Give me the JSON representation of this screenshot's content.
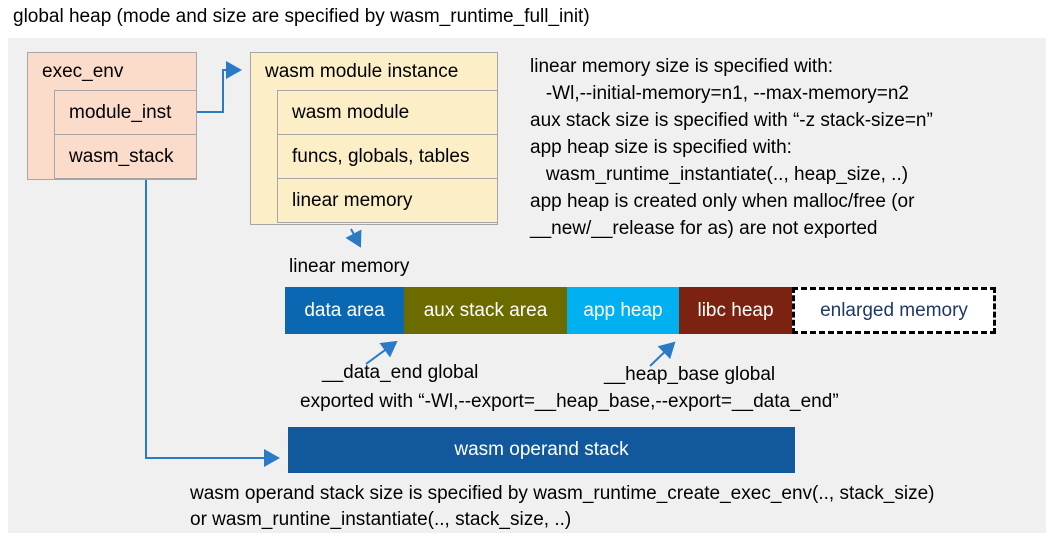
{
  "title": "global heap (mode and size are specified by wasm_runtime_full_init)",
  "exec_env": {
    "header": "exec_env",
    "rows": [
      "module_inst",
      "wasm_stack"
    ]
  },
  "module_instance": {
    "header": "wasm module instance",
    "rows": [
      "wasm module",
      "funcs, globals, tables",
      "linear memory"
    ]
  },
  "info_lines": [
    "linear memory size is specified with:",
    "   -Wl,--initial-memory=n1, --max-memory=n2",
    "aux stack size is specified with “-z stack-size=n”",
    "app heap size is specified with:",
    "   wasm_runtime_instantiate(.., heap_size, ..)",
    "app heap is created only when malloc/free (or",
    "__new/__release for as) are not exported"
  ],
  "linear_memory": {
    "label": "linear memory",
    "segments": [
      {
        "label": "data area"
      },
      {
        "label": "aux stack area"
      },
      {
        "label": "app heap"
      },
      {
        "label": "libc heap"
      },
      {
        "label": "enlarged memory"
      }
    ]
  },
  "annotations": {
    "data_end": "__data_end global",
    "heap_base": "__heap_base global",
    "exported": "exported with “-Wl,--export=__heap_base,--export=__data_end”"
  },
  "operand_stack": {
    "label": "wasm operand stack",
    "note_line1": "wasm operand stack size is specified by wasm_runtime_create_exec_env(.., stack_size)",
    "note_line2": "or wasm_runtine_instantiate(.., stack_size, ..)"
  },
  "colors": {
    "panel_bg": "#F0F0F0",
    "box_pink": "#FBDCCA",
    "box_cream": "#FCEEC6",
    "box_border": "#A6A6A6",
    "arrow_blue": "#2B7AC5",
    "data_area": "#0A68B2",
    "aux_stack": "#6B6B00",
    "app_heap": "#00B0F0",
    "libc_heap": "#7B2310",
    "enlarged_text": "#1F3864",
    "operand_stack": "#11599C"
  }
}
